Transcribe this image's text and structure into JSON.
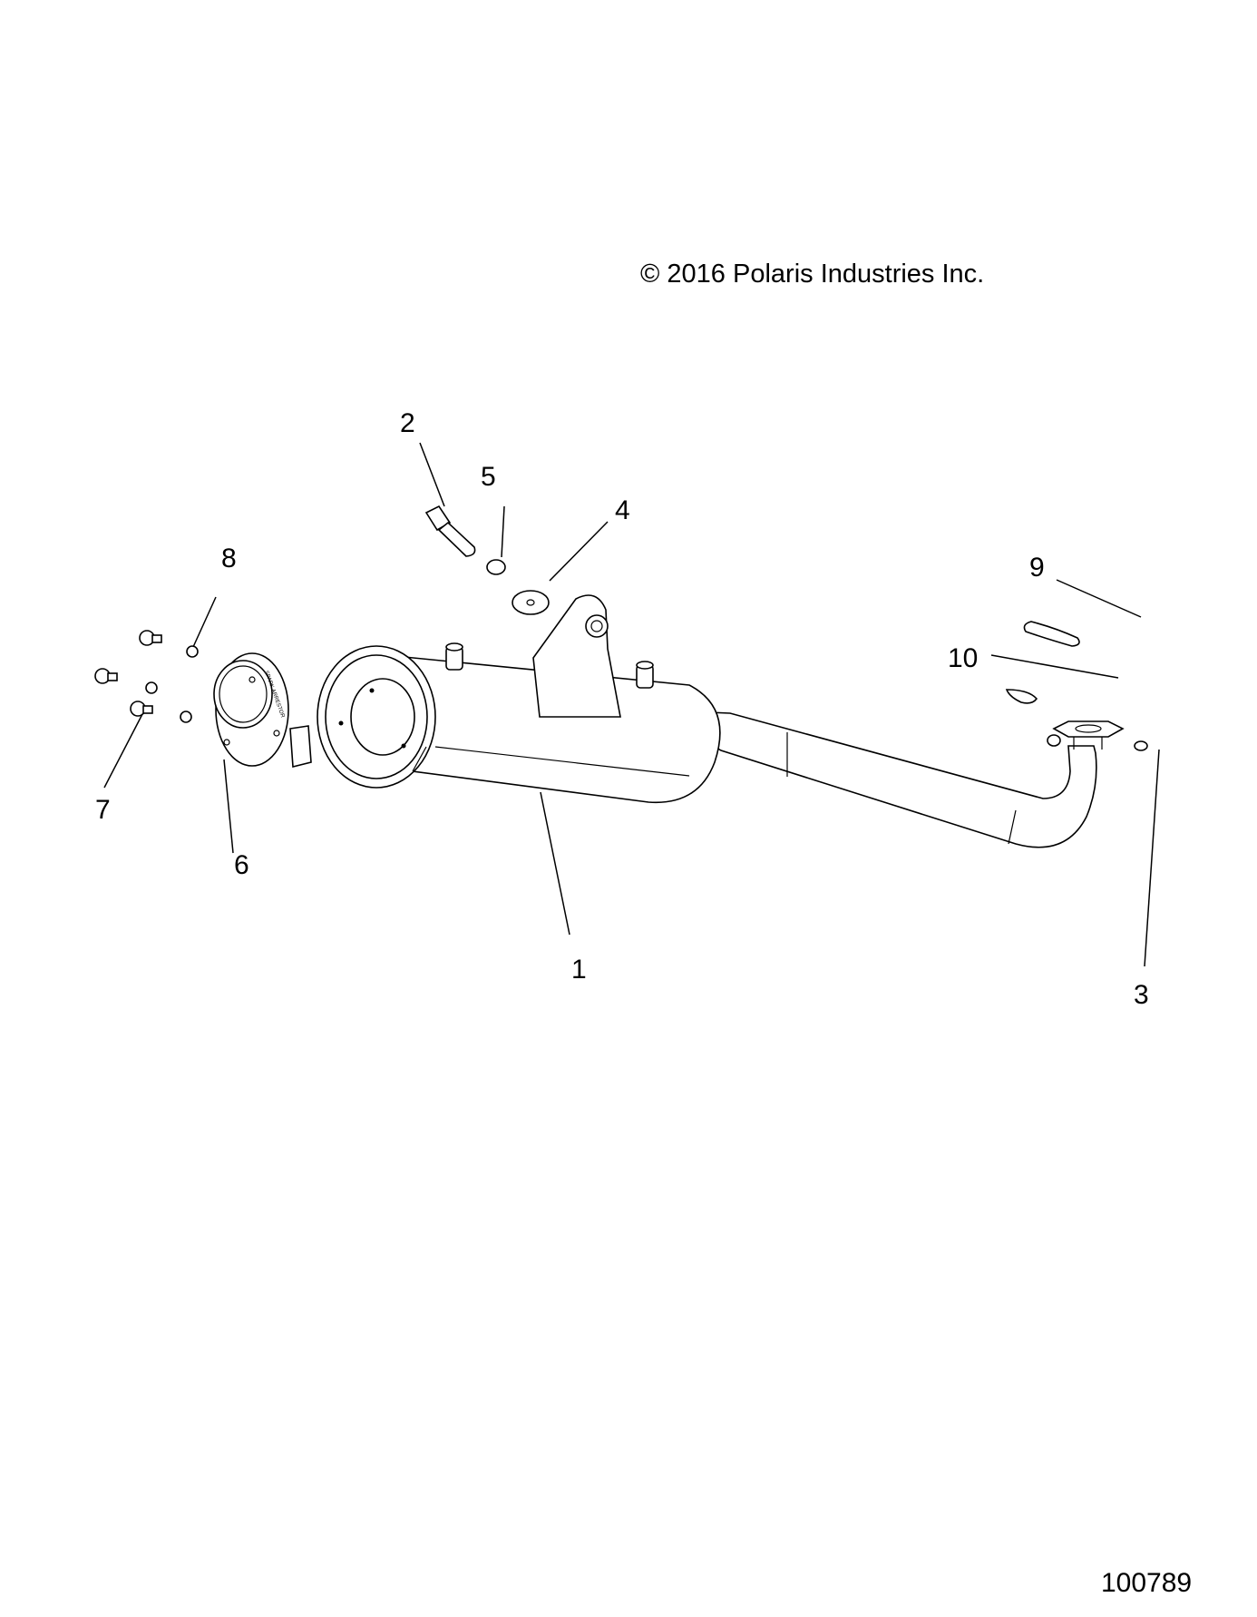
{
  "copyright": "© 2016 Polaris Industries Inc.",
  "diagram_id": "100789",
  "callouts": [
    "1",
    "2",
    "3",
    "4",
    "5",
    "6",
    "7",
    "8",
    "9",
    "10"
  ],
  "spark_arrestor_text": "SPARK ARRESTOR"
}
